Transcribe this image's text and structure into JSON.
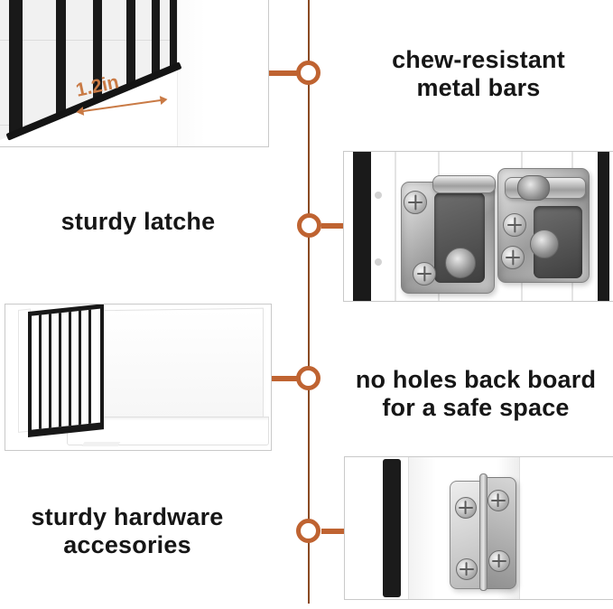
{
  "meta": {
    "type": "product-feature-infographic",
    "product": "furniture dog crate"
  },
  "colors": {
    "timeline_line": "#8a4a24",
    "node_ring": "#bf6331",
    "connector": "#bf6331",
    "measurement_text": "#c97a45",
    "callout_text": "#161616",
    "photo_border": "#c9c9c9",
    "background": "#ffffff"
  },
  "callout_bars": {
    "line1": "chew-resistant",
    "line2": "metal bars"
  },
  "callout_latch": {
    "line1": "sturdy latche"
  },
  "callout_backboard": {
    "line1": "no holes back board",
    "line2": "for a safe space"
  },
  "callout_hardware": {
    "line1": "sturdy hardware",
    "line2": "accesories"
  },
  "photo_bars": {
    "measure_label": "1.2in",
    "measure_icon": "double-headed-arrow"
  },
  "photos": {
    "bars_closeup": "metal bars spacing close-up",
    "latch_closeup": "two stainless latches on crate door",
    "crate_overview": "white dog crate with solid back board",
    "hinge_closeup": "stainless door hinge"
  }
}
